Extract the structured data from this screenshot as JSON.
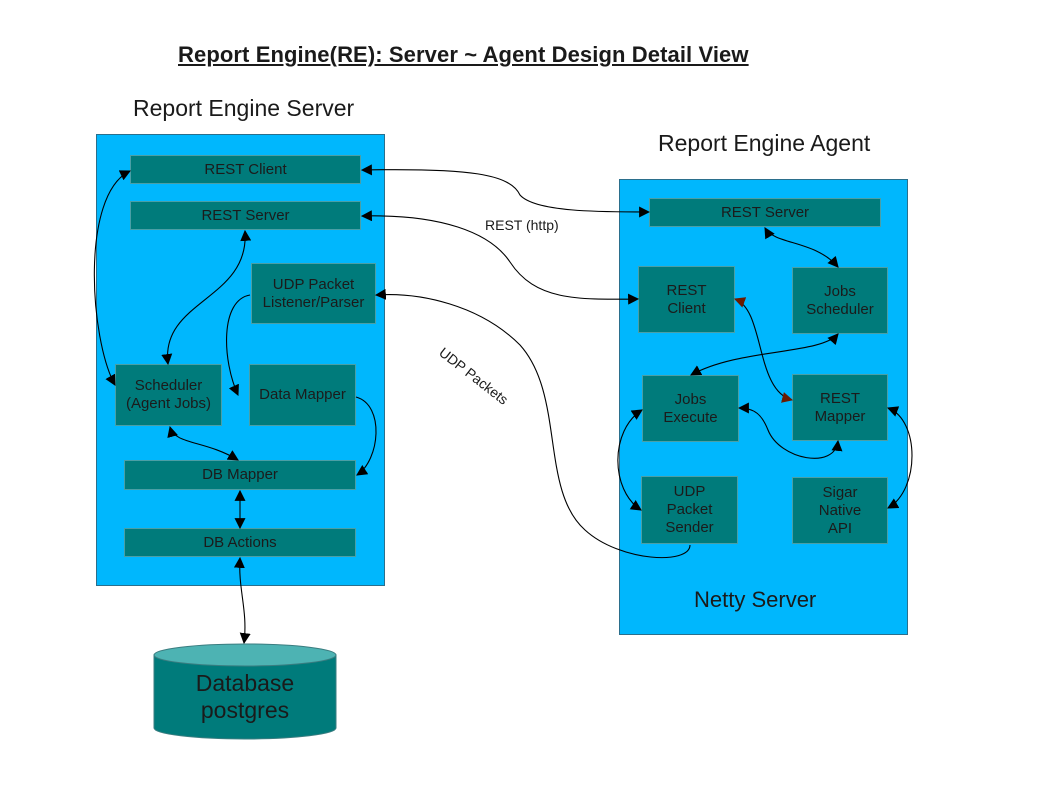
{
  "title": "Report Engine(RE): Server ~ Agent Design  Detail View",
  "server": {
    "heading": "Report Engine Server",
    "nodes": {
      "rest_client": "REST Client",
      "rest_server": "REST Server",
      "udp_listener": "UDP Packet\nListener/Parser",
      "scheduler": "Scheduler\n(Agent Jobs)",
      "data_mapper": "Data Mapper",
      "db_mapper": "DB Mapper",
      "db_actions": "DB Actions"
    }
  },
  "agent": {
    "heading": "Report Engine Agent",
    "footer": "Netty Server",
    "nodes": {
      "rest_server": "REST Server",
      "rest_client": "REST\nClient",
      "jobs_scheduler": "Jobs\nScheduler",
      "jobs_execute": "Jobs\nExecute",
      "rest_mapper": "REST\nMapper",
      "udp_sender": "UDP\nPacket\nSender",
      "sigar_api": "Sigar\nNative\nAPI"
    }
  },
  "database": {
    "label": "Database\npostgres"
  },
  "edges": {
    "rest_http": "REST (http)",
    "udp_packets": "UDP Packets"
  },
  "colors": {
    "panel": "#00b7fd",
    "node": "#007b7b",
    "database": "#007b7b",
    "database_top": "#4db3b3",
    "arrow": "#000000",
    "arrow_accent": "#6b1a00"
  }
}
